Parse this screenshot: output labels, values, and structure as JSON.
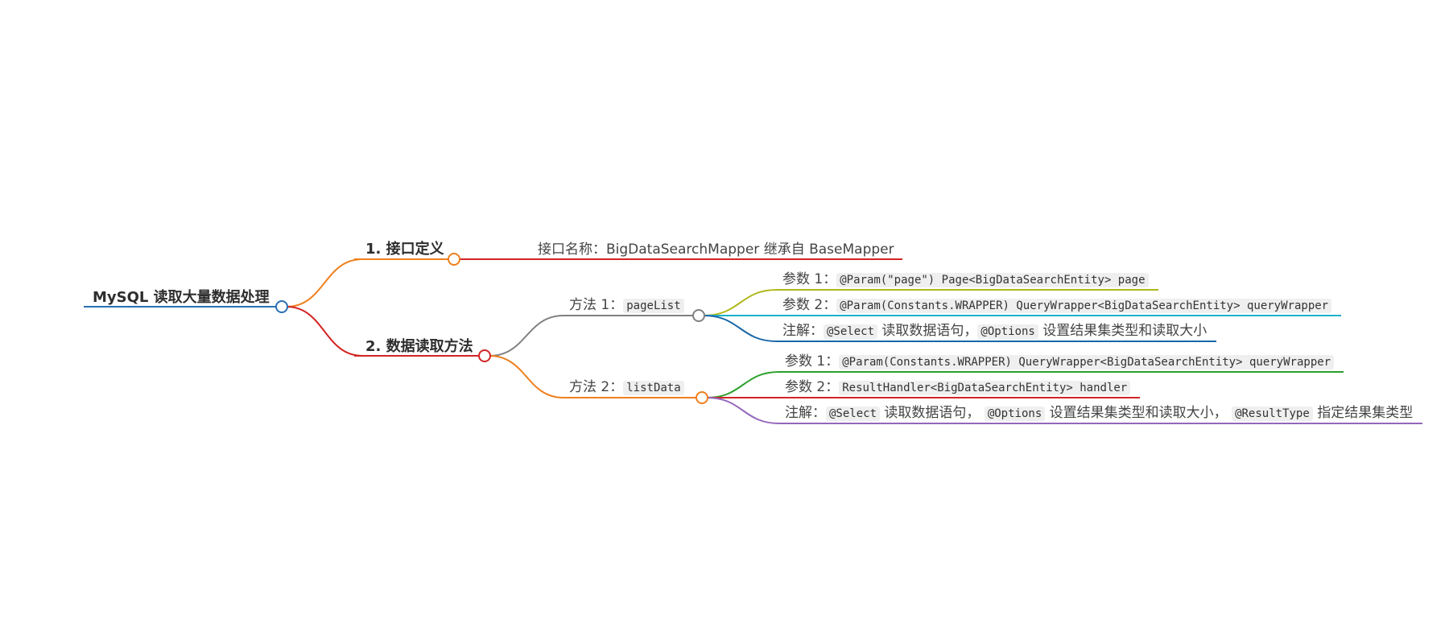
{
  "colors": {
    "root": "#2a6fb4",
    "branch_interface": "#f07f1e",
    "branch_methods": "#d32424",
    "interface_leaf": "#d32424",
    "method1": "#808080",
    "method2": "#f07f1e",
    "m1_param1": "#b0b81a",
    "m1_param2": "#19b3c9",
    "m1_note": "#1a67a8",
    "m2_param1": "#2ca02c",
    "m2_param2": "#d32424",
    "m2_note": "#9467bd"
  },
  "root": {
    "text": "MySQL 读取大量数据处理"
  },
  "branch_interface": {
    "label": "1. 接口定义",
    "leaf": "接口名称：BigDataSearchMapper 继承自 BaseMapper"
  },
  "branch_methods": {
    "label": "2. 数据读取方法",
    "method1": {
      "label": "方法 1：",
      "code": "pageList",
      "param1_label": "参数 1：",
      "param1_code": "@Param(\"page\") Page<BigDataSearchEntity> page",
      "param2_label": "参数 2：",
      "param2_code": "@Param(Constants.WRAPPER) QueryWrapper<BigDataSearchEntity> queryWrapper",
      "note_label": "注解：",
      "note_code1": "@Select",
      "note_text1": "读取数据语句，",
      "note_code2": "@Options",
      "note_text2": "设置结果集类型和读取大小"
    },
    "method2": {
      "label": "方法 2：",
      "code": "listData",
      "param1_label": "参数 1：",
      "param1_code": "@Param(Constants.WRAPPER) QueryWrapper<BigDataSearchEntity> queryWrapper",
      "param2_label": "参数 2：",
      "param2_code": "ResultHandler<BigDataSearchEntity> handler",
      "note_label": "注解：",
      "note_code1": "@Select",
      "note_text1": "读取数据语句，",
      "note_code2": "@Options",
      "note_text2": "设置结果集类型和读取大小，",
      "note_code3": "@ResultType",
      "note_text3": "指定结果集类型"
    }
  }
}
